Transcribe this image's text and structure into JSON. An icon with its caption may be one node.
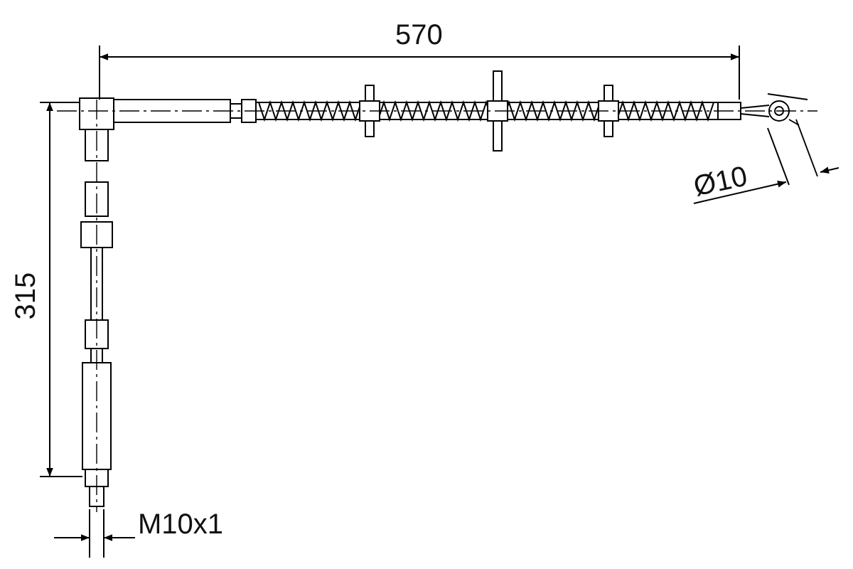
{
  "diagram": {
    "labels": [
      "570",
      "315",
      "Ø10",
      "M10x1"
    ]
  }
}
